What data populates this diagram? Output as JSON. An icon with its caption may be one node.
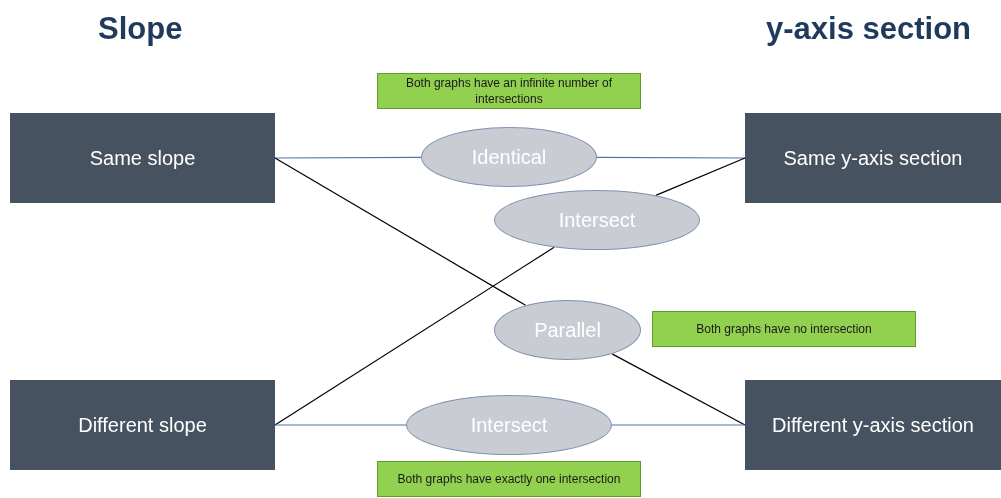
{
  "diagram": {
    "nodes": [
      {
        "text": [
          "Same slope"
        ]
      },
      {
        "text": [
          "Identical"
        ]
      },
      {
        "text": [
          "Same y-axis section"
        ]
      },
      {
        "text": [
          "Intersect"
        ]
      },
      {
        "text": [
          "Parallel"
        ]
      },
      {
        "text": [
          "Different slope"
        ]
      },
      {
        "text": [
          "Intersect"
        ]
      },
      {
        "text": [
          "Different y-axis section"
        ]
      },
      {
        "text": [
          "Both graphs have an infinite number of intersections"
        ]
      },
      {
        "text": [
          "Both graphs have no intersection"
        ]
      },
      {
        "text": [
          "Both graphs have exactly one intersection"
        ]
      }
    ],
    "edges": [
      {
        "from": 0,
        "to": 1,
        "arrow": "none"
      },
      {
        "from": 1,
        "to": 2,
        "arrow": "none"
      },
      {
        "from": 0,
        "to": 4,
        "arrow": "none",
        "color": "#000000"
      },
      {
        "from": 4,
        "to": 7,
        "arrow": "none",
        "color": "#000000"
      },
      {
        "from": 5,
        "to": 3,
        "arrow": "none",
        "color": "#000000"
      },
      {
        "from": 3,
        "to": 2,
        "arrow": "none",
        "color": "#000000"
      },
      {
        "from": 5,
        "to": 6,
        "arrow": "none"
      },
      {
        "from": 6,
        "to": 7,
        "arrow": "none"
      }
    ],
    "labels": [
      "Slope",
      "y-axis section"
    ]
  }
}
